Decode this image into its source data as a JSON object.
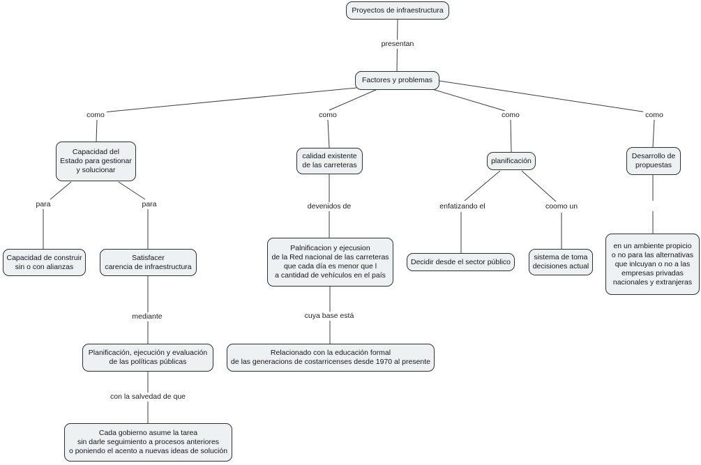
{
  "diagram": {
    "type": "concept-map",
    "root": "Proyectos de infraestructura",
    "box_fill_color": "#edf1f2",
    "box_border_color": "#2f2f2f",
    "line_color": "#3b3b3b",
    "background_color": "#ffffff"
  },
  "nodes": {
    "proyectos": "Proyectos de infraestructura",
    "factores": "Factores y problemas",
    "capacidad_estado": "Capacidad del\nEstado para gestionar\ny solucionar",
    "construir": "Capacidad de construir\nsin o con alianzas",
    "satisfacer": "Satisfacer\ncarencia de infraestructura",
    "planificacion_politicas": "Planificación, ejecución y evaluación\nde las políticas públicas",
    "cada_gobierno": "Cada gobierno asume la tarea\nsin darle seguimiento a procesos anteriores\no poniendo el acento a nuevas ideas de solución",
    "calidad": "calidad existente\nde las carreteras",
    "palnificacion_red": "Palnificacion y ejecusion\nde la Red nacional de las carreteras\nque cada día es menor que l\na cantidad de vehículos en el país",
    "relacionado": "Relacionado con la educación formal\nde las generacions de costarricenses desde 1970 al presente",
    "planificacion": "planificación",
    "decidir": "Decidir desde el sector público",
    "sistema": "sistema de toma\ndecisiones actual",
    "desarrollo": "Desarrollo de\npropuestas",
    "ambiente": "en un ambiente propicio\no no para las alternativas\nque inlcuyan o no a las\nempresas privadas\nnacionales y extranjeras"
  },
  "link_labels": {
    "presentan": "presentan",
    "como_1": "como",
    "como_2": "como",
    "como_3": "como",
    "como_4": "como",
    "para_1": "para",
    "para_2": "para",
    "mediante": "mediante",
    "salvedad": "con la salvedad de que",
    "devenidos": "devenidos de",
    "cuya_base": "cuya base está",
    "enfatizando": "enfatizando el",
    "coomo_un": "coomo un"
  }
}
